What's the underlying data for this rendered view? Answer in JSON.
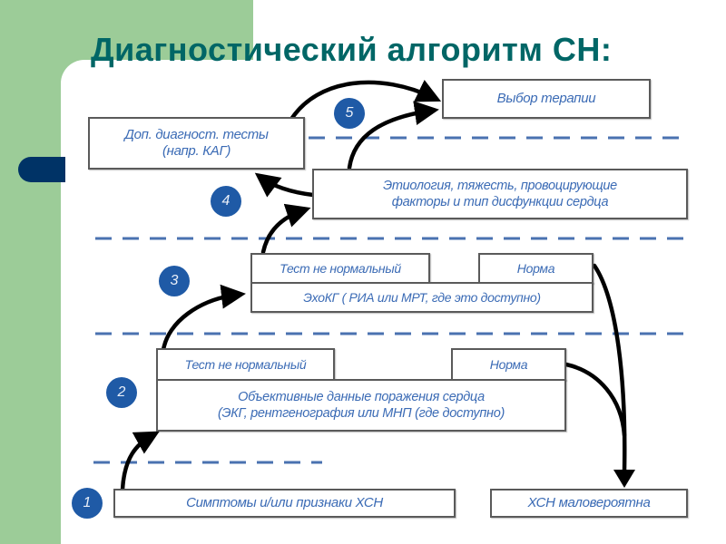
{
  "title": "Диагностический алгоритм СН:",
  "colors": {
    "title": "#006666",
    "panel_green": "#9ccc98",
    "tab_navy": "#003366",
    "step_circle": "#1f5aa6",
    "box_text": "#3b6bb5",
    "divider": "#4a72b0"
  },
  "steps": [
    "1",
    "2",
    "3",
    "4",
    "5"
  ],
  "boxes": {
    "symptoms": "Симптомы и/или признаки ХСН",
    "hf_unlikely": "ХСН маловероятна",
    "level2_abnormal": "Тест не нормальный",
    "level2_normal": "Норма",
    "objective_data": "Объективные данные поражения сердца\n(ЭКГ, рентгенография или МНП (где доступно)",
    "level3_abnormal": "Тест не нормальный",
    "level3_normal": "Норма",
    "echo": "ЭхоКГ ( РИА или МРТ, где это доступно)",
    "etiology": "Этиология, тяжесть, провоцирующие\nфакторы и тип дисфункции сердца",
    "extra_tests": "Доп. диагност. тесты\n(напр. КАГ)",
    "therapy": "Выбор терапии"
  }
}
